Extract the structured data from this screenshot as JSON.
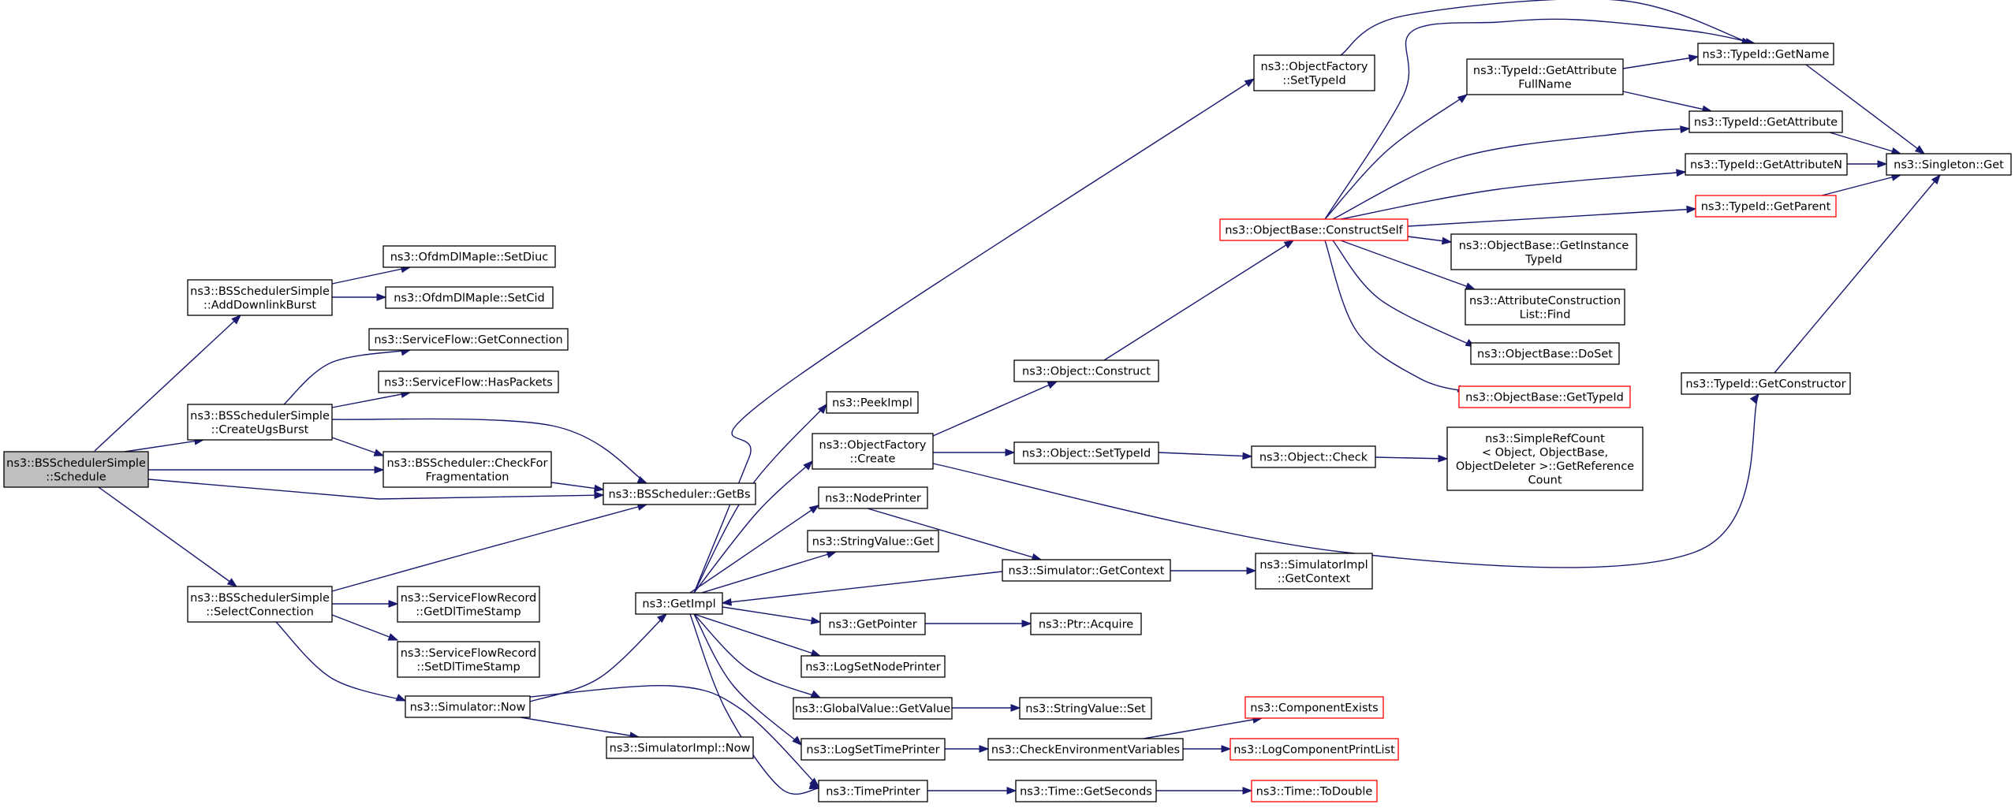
{
  "colors": {
    "background": "#ffffff",
    "edge": "#191970",
    "node_border": "#000000",
    "node_border_truncated": "#ff0000",
    "root_fill": "#bfbfbf"
  },
  "nodes": {
    "schedule": [
      "ns3::BSSchedulerSimple",
      "::Schedule"
    ],
    "add_downlink_burst": [
      "ns3::BSSchedulerSimple",
      "::AddDownlinkBurst"
    ],
    "create_ugs_burst": [
      "ns3::BSSchedulerSimple",
      "::CreateUgsBurst"
    ],
    "select_connection": [
      "ns3::BSSchedulerSimple",
      "::SelectConnection"
    ],
    "set_diuc": [
      "ns3::OfdmDlMapIe::SetDiuc"
    ],
    "set_cid": [
      "ns3::OfdmDlMapIe::SetCid"
    ],
    "get_connection": [
      "ns3::ServiceFlow::GetConnection"
    ],
    "has_packets": [
      "ns3::ServiceFlow::HasPackets"
    ],
    "check_for_fragmentation": [
      "ns3::BSScheduler::CheckFor",
      "Fragmentation"
    ],
    "get_bs": [
      "ns3::BSScheduler::GetBs"
    ],
    "get_dl_timestamp": [
      "ns3::ServiceFlowRecord",
      "::GetDlTimeStamp"
    ],
    "set_dl_timestamp": [
      "ns3::ServiceFlowRecord",
      "::SetDlTimeStamp"
    ],
    "simulator_now": [
      "ns3::Simulator::Now"
    ],
    "simulator_impl_now": [
      "ns3::SimulatorImpl::Now"
    ],
    "get_impl": [
      "ns3::GetImpl"
    ],
    "peek_impl": [
      "ns3::PeekImpl"
    ],
    "object_factory_create": [
      "ns3::ObjectFactory",
      "::Create"
    ],
    "node_printer": [
      "ns3::NodePrinter"
    ],
    "string_value_get": [
      "ns3::StringValue::Get"
    ],
    "get_pointer": [
      "ns3::GetPointer"
    ],
    "log_set_node_printer": [
      "ns3::LogSetNodePrinter"
    ],
    "global_value_get_value": [
      "ns3::GlobalValue::GetValue"
    ],
    "log_set_time_printer": [
      "ns3::LogSetTimePrinter"
    ],
    "time_printer": [
      "ns3::TimePrinter"
    ],
    "object_factory_set_type_id": [
      "ns3::ObjectFactory",
      "::SetTypeId"
    ],
    "object_construct": [
      "ns3::Object::Construct"
    ],
    "object_set_type_id": [
      "ns3::Object::SetTypeId"
    ],
    "simulator_get_context": [
      "ns3::Simulator::GetContext"
    ],
    "ptr_acquire": [
      "ns3::Ptr::Acquire"
    ],
    "string_value_set": [
      "ns3::StringValue::Set"
    ],
    "check_environment_variables": [
      "ns3::CheckEnvironmentVariables"
    ],
    "time_get_seconds": [
      "ns3::Time::GetSeconds"
    ],
    "object_base_construct_self": [
      "ns3::ObjectBase::ConstructSelf"
    ],
    "object_check": [
      "ns3::Object::Check"
    ],
    "simulator_impl_get_context": [
      "ns3::SimulatorImpl",
      "::GetContext"
    ],
    "component_exists": [
      "ns3::ComponentExists"
    ],
    "log_component_print_list": [
      "ns3::LogComponentPrintList"
    ],
    "time_to_double": [
      "ns3::Time::ToDouble"
    ],
    "type_id_get_attribute_full_name": [
      "ns3::TypeId::GetAttribute",
      "FullName"
    ],
    "object_base_get_instance_type_id": [
      "ns3::ObjectBase::GetInstance",
      "TypeId"
    ],
    "attribute_construction_list_find": [
      "ns3::AttributeConstruction",
      "List::Find"
    ],
    "object_base_do_set": [
      "ns3::ObjectBase::DoSet"
    ],
    "object_base_get_type_id": [
      "ns3::ObjectBase::GetTypeId"
    ],
    "simple_ref_count_get_reference_count": [
      "ns3::SimpleRefCount",
      "< Object, ObjectBase,",
      "ObjectDeleter >::GetReference",
      "Count"
    ],
    "type_id_get_name": [
      "ns3::TypeId::GetName"
    ],
    "type_id_get_attribute": [
      "ns3::TypeId::GetAttribute"
    ],
    "type_id_get_attribute_n": [
      "ns3::TypeId::GetAttributeN"
    ],
    "type_id_get_parent": [
      "ns3::TypeId::GetParent"
    ],
    "type_id_get_constructor": [
      "ns3::TypeId::GetConstructor"
    ],
    "singleton_get": [
      "ns3::Singleton::Get"
    ]
  }
}
